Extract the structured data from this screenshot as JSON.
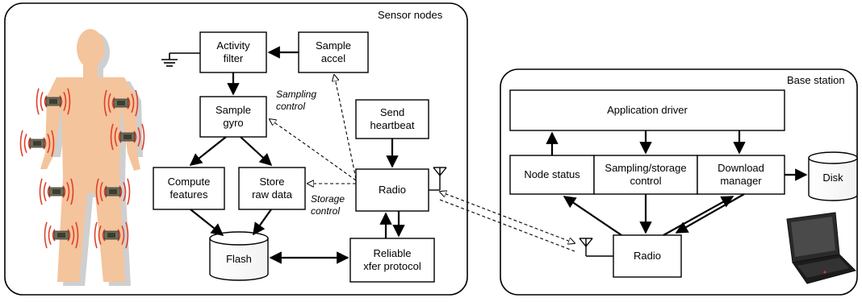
{
  "panels": {
    "sensor_title": "Sensor nodes",
    "base_title": "Base station"
  },
  "sensor": {
    "activity_filter": "Activity\nfilter",
    "sample_accel": "Sample\naccel",
    "sample_gyro": "Sample\ngyro",
    "send_heartbeat": "Send\nheartbeat",
    "compute_features": "Compute\nfeatures",
    "store_raw_data": "Store\nraw data",
    "radio": "Radio",
    "flash": "Flash",
    "reliable_xfer": "Reliable\nxfer protocol",
    "sampling_control": "Sampling\ncontrol",
    "storage_control": "Storage\ncontrol"
  },
  "base": {
    "application_driver": "Application driver",
    "node_status": "Node status",
    "sampling_storage_control": "Sampling/storage\ncontrol",
    "download_manager": "Download\nmanager",
    "disk": "Disk",
    "radio": "Radio"
  },
  "icons": [
    "human-body-icon",
    "sensor-node-icon",
    "ground-symbol-icon",
    "antenna-icon",
    "laptop-icon",
    "database-cylinder-icon"
  ],
  "colors": {
    "body": "#f4c49c",
    "body_shadow": "#cfcfcf",
    "signal_waves": "#e0402a",
    "stroke": "#000000"
  }
}
